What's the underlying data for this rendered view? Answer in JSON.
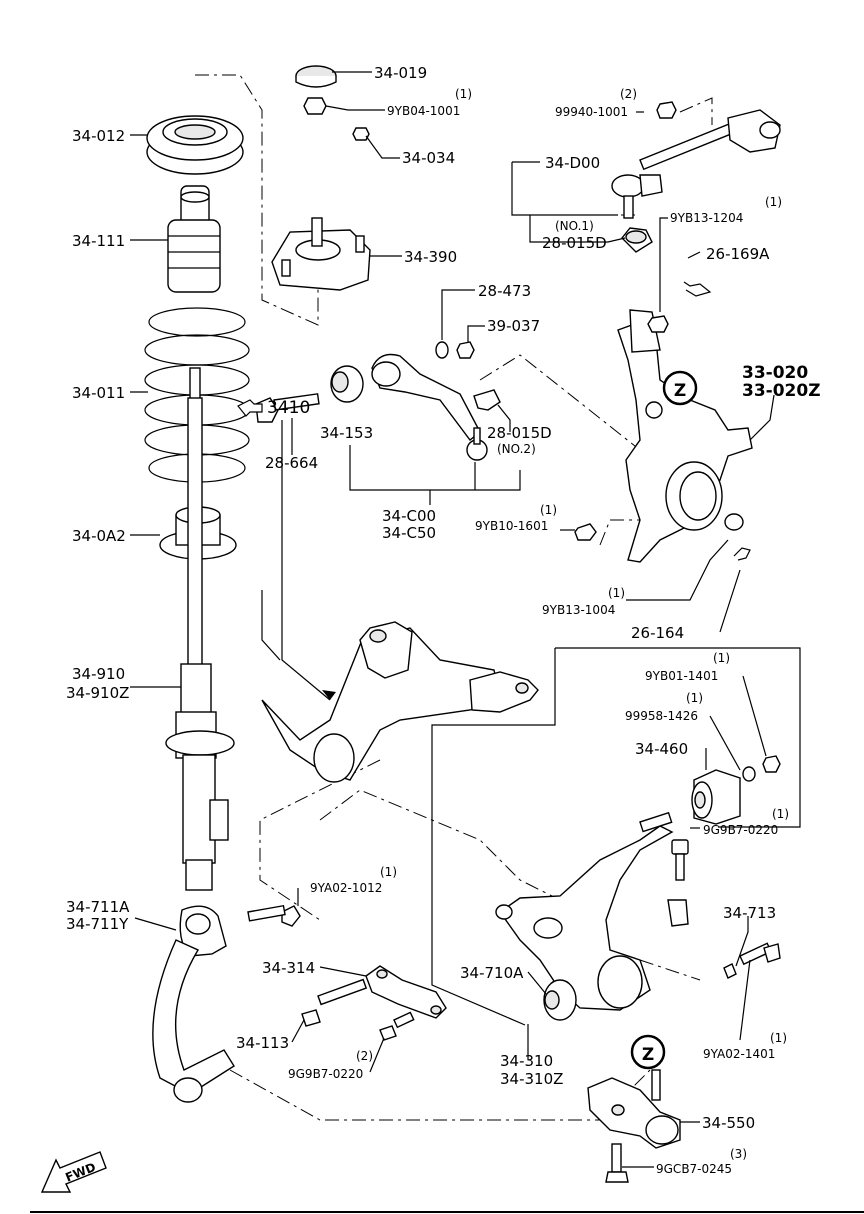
{
  "labels": {
    "p34_019": "34-019",
    "p9YB04_1001": "9YB04-1001",
    "q9YB04": "(1)",
    "p34_034": "34-034",
    "p34_390": "34-390",
    "p34_012": "34-012",
    "p34_111": "34-111",
    "p34_011": "34-011",
    "p34_0A2": "34-0A2",
    "p34_910": "34-910",
    "p34_910Z": "34-910Z",
    "p28_664": "28-664",
    "p34_153": "34-153",
    "p28_473": "28-473",
    "p39_037": "39-037",
    "p28_015D_2": "28-015D",
    "no2": "(NO.2)",
    "p34_C00": "34-C00",
    "p34_C50": "34-C50",
    "p99940_1001": "99940-1001",
    "q99940": "(2)",
    "p34_D00": "34-D00",
    "no1": "(NO.1)",
    "p28_015D_1": "28-015D",
    "p9YB13_1204": "9YB13-1204",
    "q9YB13_1204": "(1)",
    "p26_169A": "26-169A",
    "p33_020": "33-020",
    "p33_020Z": "33-020Z",
    "p9YB10_1601": "9YB10-1601",
    "q9YB10": "(1)",
    "p9YB13_1004": "9YB13-1004",
    "q9YB13_1004": "(1)",
    "p26_164": "26-164",
    "z_top": "Z",
    "p3410": "3410",
    "p9YB01_1401": "9YB01-1401",
    "q9YB01": "(1)",
    "p99958_1426": "99958-1426",
    "q99958": "(1)",
    "p34_460": "34-460",
    "p9G9B7_0220_r": "9G9B7-0220",
    "q9G9B7_r": "(1)",
    "p34_713": "34-713",
    "p9YA02_1012": "9YA02-1012",
    "q9YA02_1012": "(1)",
    "p34_711A": "34-711A",
    "p34_711Y": "34-711Y",
    "p34_314": "34-314",
    "p34_710A": "34-710A",
    "p34_113": "34-113",
    "p9G9B7_0220_l": "9G9B7-0220",
    "q9G9B7_l": "(2)",
    "p34_310": "34-310",
    "p34_310Z": "34-310Z",
    "p9YA02_1401": "9YA02-1401",
    "q9YA02_1401": "(1)",
    "z_bottom": "Z",
    "p34_550": "34-550",
    "p9GCB7_0245": "9GCB7-0245",
    "q9GCB7": "(3)",
    "fwd": "FWD"
  }
}
